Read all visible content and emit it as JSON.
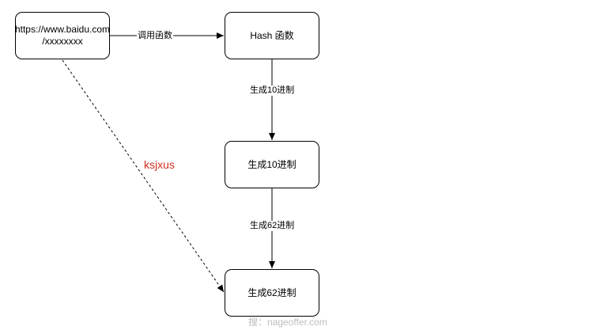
{
  "diagram": {
    "nodes": {
      "url": {
        "line1": "https://www.baidu.com",
        "line2": "/xxxxxxxx"
      },
      "hash": {
        "label": "Hash 函数"
      },
      "base10": {
        "label": "生成10进制"
      },
      "base62": {
        "label": "生成62进制"
      }
    },
    "edges": {
      "call": {
        "label": "调用函数"
      },
      "gen10": {
        "label": "生成10进制"
      },
      "gen62": {
        "label": "生成62进制"
      }
    },
    "annotation": {
      "text": "ksjxus",
      "color": "#d32f1e"
    }
  },
  "watermark": "搜：nageoffer.com",
  "colors": {
    "stroke": "#000000",
    "background": "#ffffff"
  }
}
